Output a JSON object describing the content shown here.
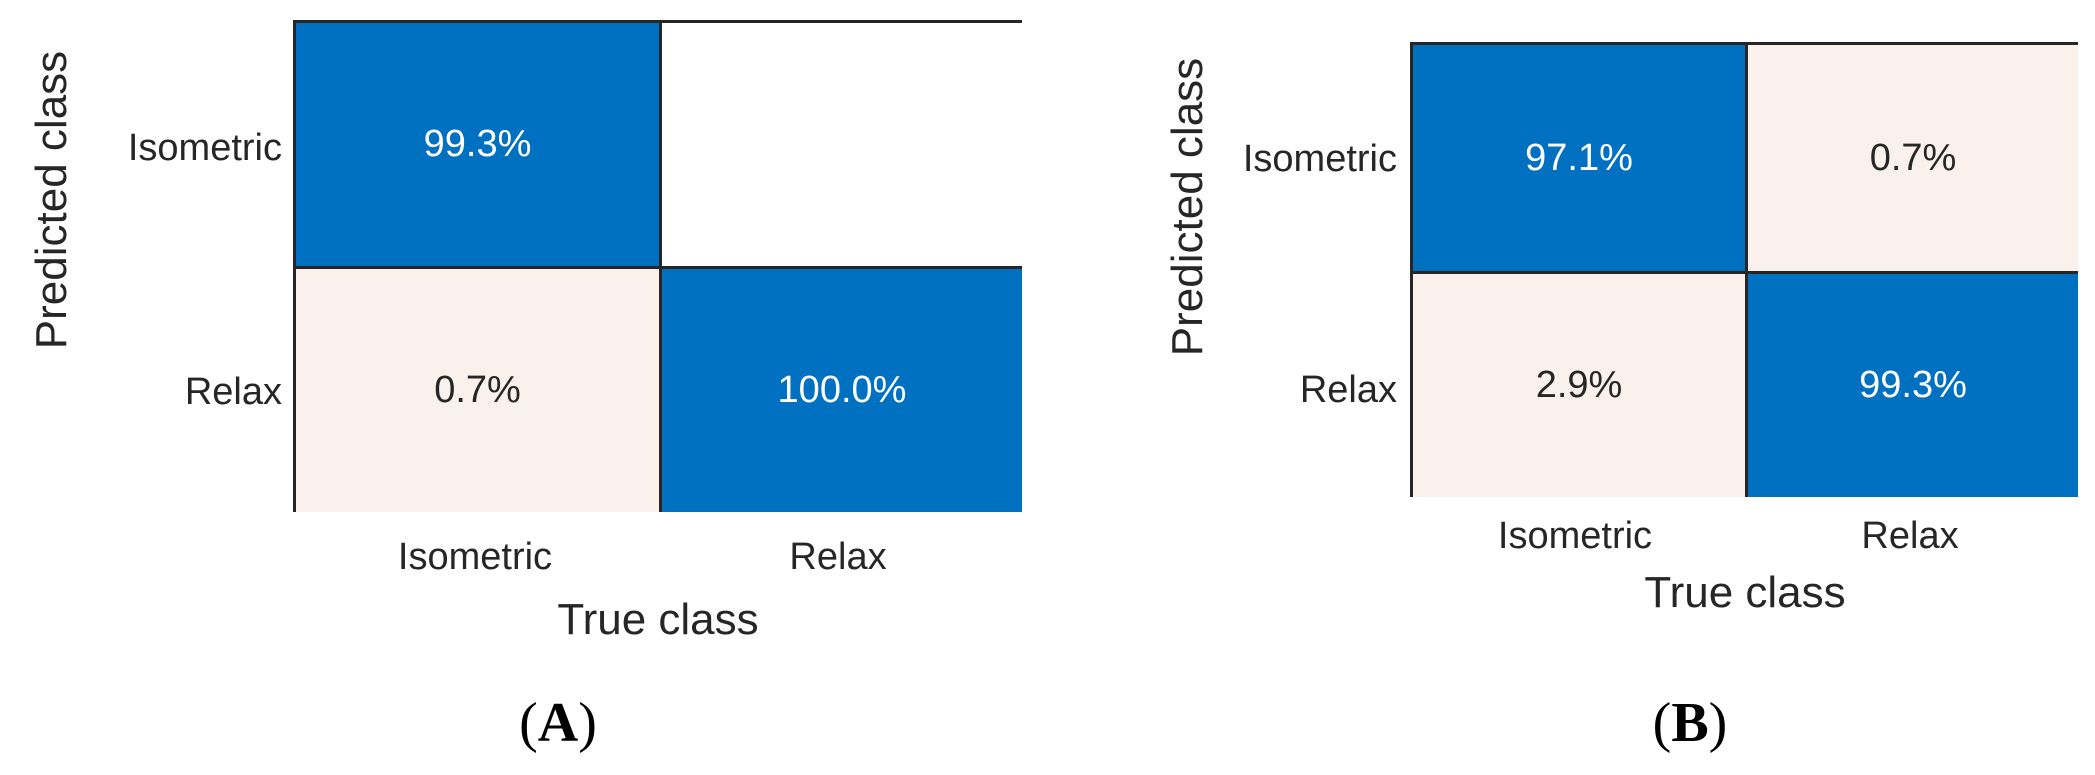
{
  "colors": {
    "high": "#0070c0",
    "low": "#faf1ed",
    "empty": "#ffffff",
    "high_text": "#ffffff",
    "low_text": "#262626"
  },
  "chart_data": [
    {
      "type": "heatmap",
      "panel_label": "A",
      "xlabel": "True class",
      "ylabel": "Predicted class",
      "row_labels": [
        "Isometric",
        "Relax"
      ],
      "col_labels": [
        "Isometric",
        "Relax"
      ],
      "values": [
        [
          99.3,
          null
        ],
        [
          0.7,
          100.0
        ]
      ],
      "cell_text": [
        [
          "99.3%",
          ""
        ],
        [
          "0.7%",
          "100.0%"
        ]
      ]
    },
    {
      "type": "heatmap",
      "panel_label": "B",
      "xlabel": "True class",
      "ylabel": "Predicted class",
      "row_labels": [
        "Isometric",
        "Relax"
      ],
      "col_labels": [
        "Isometric",
        "Relax"
      ],
      "values": [
        [
          97.1,
          0.7
        ],
        [
          2.9,
          99.3
        ]
      ],
      "cell_text": [
        [
          "97.1%",
          "0.7%"
        ],
        [
          "2.9%",
          "99.3%"
        ]
      ]
    }
  ]
}
